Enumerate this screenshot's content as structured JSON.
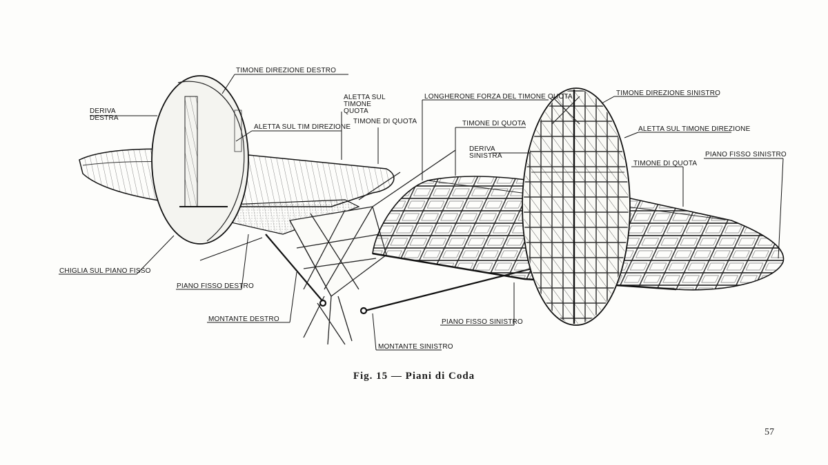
{
  "labels": {
    "timone_direzione_destro": "TIMONE  DIREZIONE  DESTRO",
    "deriva_destra": "DERIVA DESTRA",
    "aletta_tim_direzione": "ALETTA  SUL TIM DIREZIONE",
    "aletta_timone_quota": "ALETTA  SUL TIMONE QUOTA",
    "timone_di_quota_1": "TIMONE  DI  QUOTA",
    "longherone": "LONGHERONE  FORZA  DEL TIMONE  QUOTA",
    "timone_di_quota_2": "TIMONE  DI  QUOTA",
    "deriva_sinistra": "DERIVA SINISTRA",
    "timone_direzione_sinistro": "TIMONE  DIREZIONE  SINISTRO",
    "aletta_timone_direzione": "ALETTA SUL TIMONE  DIREZIONE",
    "timone_di_quota_3": "TIMONE  DI  QUOTA",
    "piano_fisso_sinistro_1": "PIANO FISSO  SINISTRO",
    "chiglia": "CHIGLIA SUL  PIANO FISSO",
    "piano_fisso_destro": "PIANO  FISSO  DESTRO",
    "montante_destro": "MONTANTE  DESTRO",
    "piano_fisso_sinistro_2": "PIANO  FISSO  SINISTRO",
    "montante_sinistro": "MONTANTE  SINISTRO"
  },
  "caption": {
    "fig": "Fig.  15",
    "dash": " — ",
    "title": "Piani  di  Coda"
  },
  "page_number": "57"
}
